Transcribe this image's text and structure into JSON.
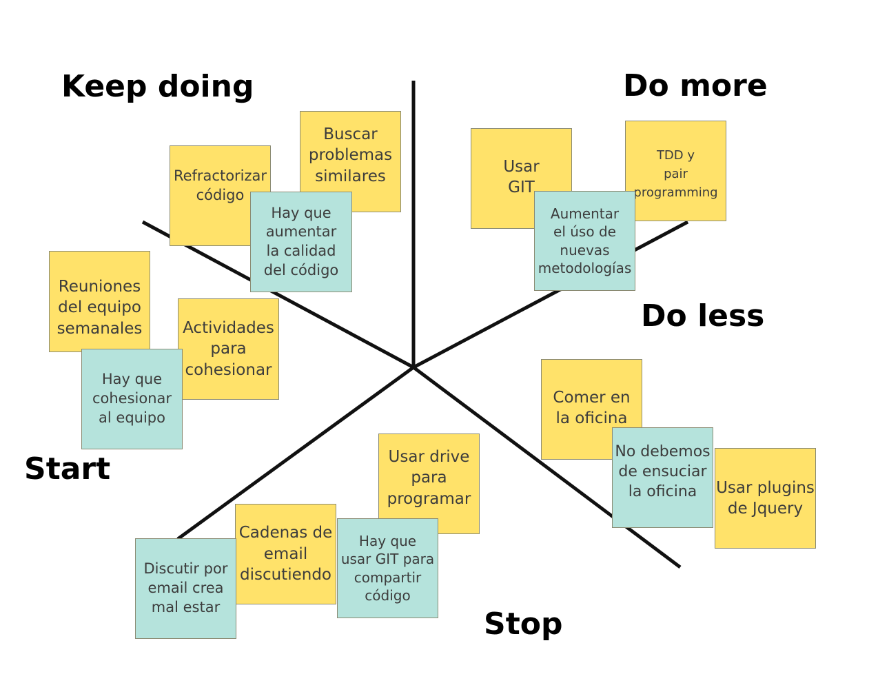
{
  "labels": {
    "keep_doing": "Keep doing",
    "do_more": "Do more",
    "do_less": "Do less",
    "start": "Start",
    "stop": "Stop"
  },
  "notes": {
    "refactorizar": "Refractorizar\ncódigo",
    "buscar": "Buscar\nproblemas\nsimilares",
    "calidad": "Hay que\naumentar\nla calidad\ndel código",
    "usar_git": "Usar\nGIT",
    "tdd": "TDD y\npair\nprogramming",
    "metodologias": "Aumentar\nel úso de\nnuevas\nmetodologías",
    "reuniones": "Reuniones\ndel equipo\nsemanales",
    "actividades": "Actividades\npara\ncohesionar",
    "cohesionar": "Hay que\ncohesionar\nal equipo",
    "comer": "Comer en\nla oficina",
    "no_ensuciar": "No debemos\nde ensuciar\nla oficina",
    "plugins": "Usar plugins\nde Jquery",
    "drive": "Usar drive\npara\nprogramar",
    "cadenas": "Cadenas de\nemail\ndiscutiendo",
    "git_compartir": "Hay que\nusar GIT para\ncompartir\ncódigo",
    "discutir": "Discutir por\nemail crea\nmal estar"
  },
  "colors": {
    "idea_note": "#ffe26a",
    "action_note": "#b5e3dc",
    "line": "#111111"
  }
}
